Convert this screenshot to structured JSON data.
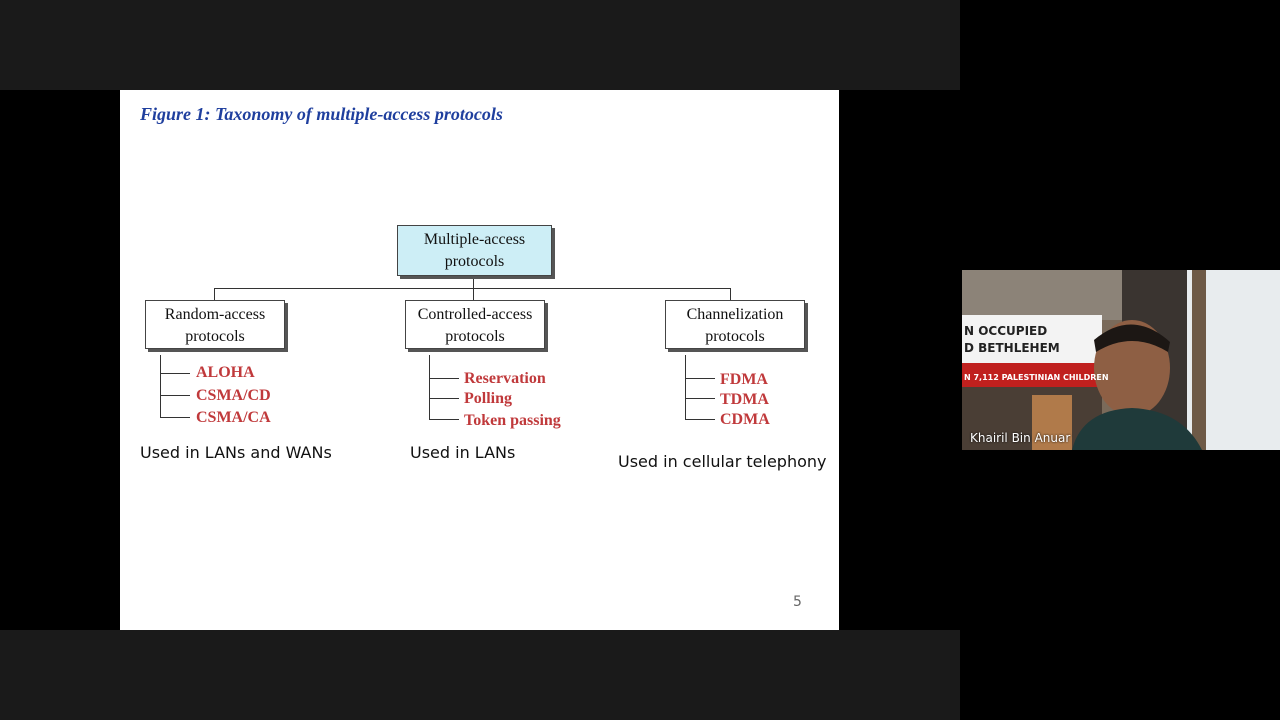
{
  "slide": {
    "title": "Figure 1: Taxonomy of multiple-access protocols",
    "page_number": "5",
    "root": {
      "line1": "Multiple-access",
      "line2": "protocols"
    },
    "categories": [
      {
        "line1": "Random-access",
        "line2": "protocols",
        "items": [
          "ALOHA",
          "CSMA/CD",
          "CSMA/CA"
        ],
        "note": "Used in LANs and WANs"
      },
      {
        "line1": "Controlled-access",
        "line2": "protocols",
        "items": [
          "Reservation",
          "Polling",
          "Token passing"
        ],
        "note": "Used in LANs"
      },
      {
        "line1": "Channelization",
        "line2": "protocols",
        "items": [
          "FDMA",
          "TDMA",
          "CDMA"
        ],
        "note": "Used in cellular telephony"
      }
    ]
  },
  "video": {
    "participant_name": "Khairil Bin Anuar",
    "background_sign": {
      "line1": "N OCCUPIED",
      "line2": "D BETHLEHEM",
      "line3": "N 7,112 PALESTINIAN CHILDREN"
    }
  },
  "colors": {
    "title": "#1f3f9e",
    "item": "#c0393b",
    "root_box": "#cdeef6"
  }
}
